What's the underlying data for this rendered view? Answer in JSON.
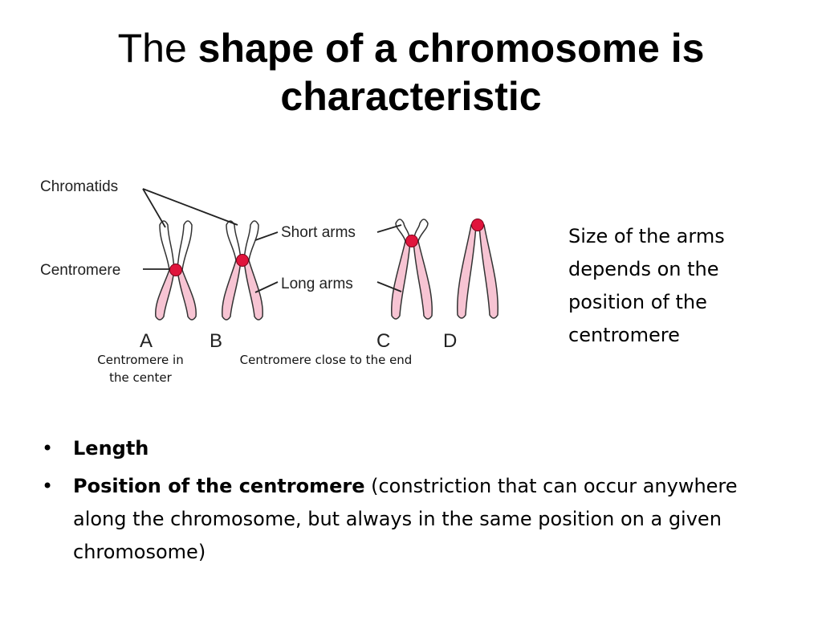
{
  "title": {
    "plain": "The ",
    "bold": "shape of a chromosome is characteristic"
  },
  "figure": {
    "labels": {
      "chromatids": "Chromatids",
      "centromere": "Centromere",
      "short_arms": "Short arms",
      "long_arms": "Long arms"
    },
    "letters": [
      "A",
      "B",
      "C",
      "D"
    ],
    "colors": {
      "long_arm_fill": "#f7c4d3",
      "short_arm_fill": "#ffffff",
      "centromere": "#e0143c",
      "outline": "#333333"
    }
  },
  "captions": {
    "center": "Centromere in the center",
    "end": "Centromere close to the end"
  },
  "side_note": "Size of the arms depends on the position of the centromere",
  "bullets": [
    {
      "bullet": "•",
      "bold": "Length",
      "text": ""
    },
    {
      "bullet": "•",
      "bold": "Position of the centromere",
      "text": " (constriction that can occur anywhere along the chromosome, but always in the same position on a given chromosome)"
    }
  ]
}
